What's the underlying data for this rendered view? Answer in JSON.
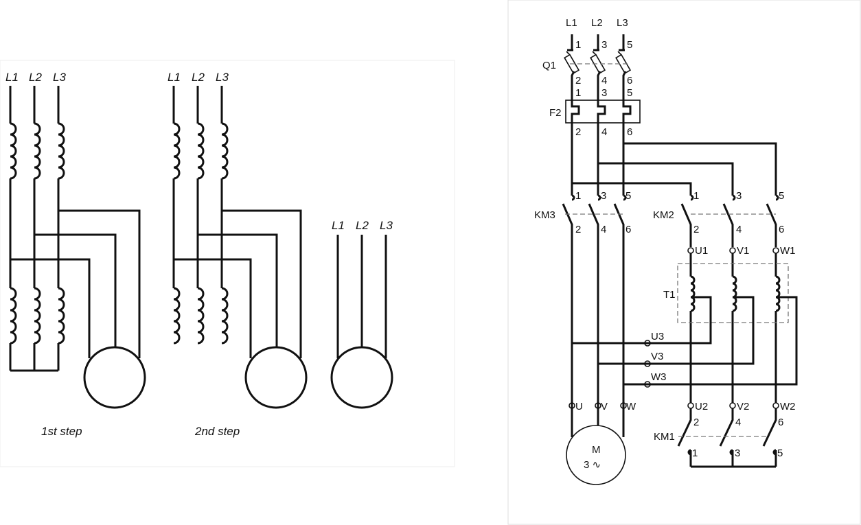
{
  "left_diagram": {
    "step1": {
      "phases": [
        "L1",
        "L2",
        "L3"
      ],
      "caption": "1st step"
    },
    "step2": {
      "phases": [
        "L1",
        "L2",
        "L3"
      ],
      "caption": "2nd step"
    },
    "step3": {
      "phases": [
        "L1",
        "L2",
        "L3"
      ]
    }
  },
  "right_diagram": {
    "supply": [
      "L1",
      "L2",
      "L3"
    ],
    "q1": {
      "label": "Q1",
      "in": [
        "1",
        "3",
        "5"
      ],
      "out": [
        "2",
        "4",
        "6"
      ]
    },
    "f2": {
      "label": "F2",
      "in": [
        "1",
        "3",
        "5"
      ],
      "out": [
        "2",
        "4",
        "6"
      ]
    },
    "km3": {
      "label": "KM3",
      "in": [
        "1",
        "3",
        "5"
      ],
      "out": [
        "2",
        "4",
        "6"
      ]
    },
    "km2": {
      "label": "KM2",
      "in": [
        "1",
        "3",
        "5"
      ],
      "out": [
        "2",
        "4",
        "6"
      ]
    },
    "t1": {
      "label": "T1",
      "top": [
        "U1",
        "V1",
        "W1"
      ],
      "taps": [
        "U3",
        "V3",
        "W3"
      ],
      "bottom": [
        "U2",
        "V2",
        "W2"
      ]
    },
    "motor": {
      "terminals": [
        "U",
        "V",
        "W"
      ],
      "label": "M",
      "sub": "3 ∿"
    },
    "km1": {
      "label": "KM1",
      "top": [
        "2",
        "4",
        "6"
      ],
      "bottom": [
        "1",
        "3",
        "5"
      ]
    }
  }
}
